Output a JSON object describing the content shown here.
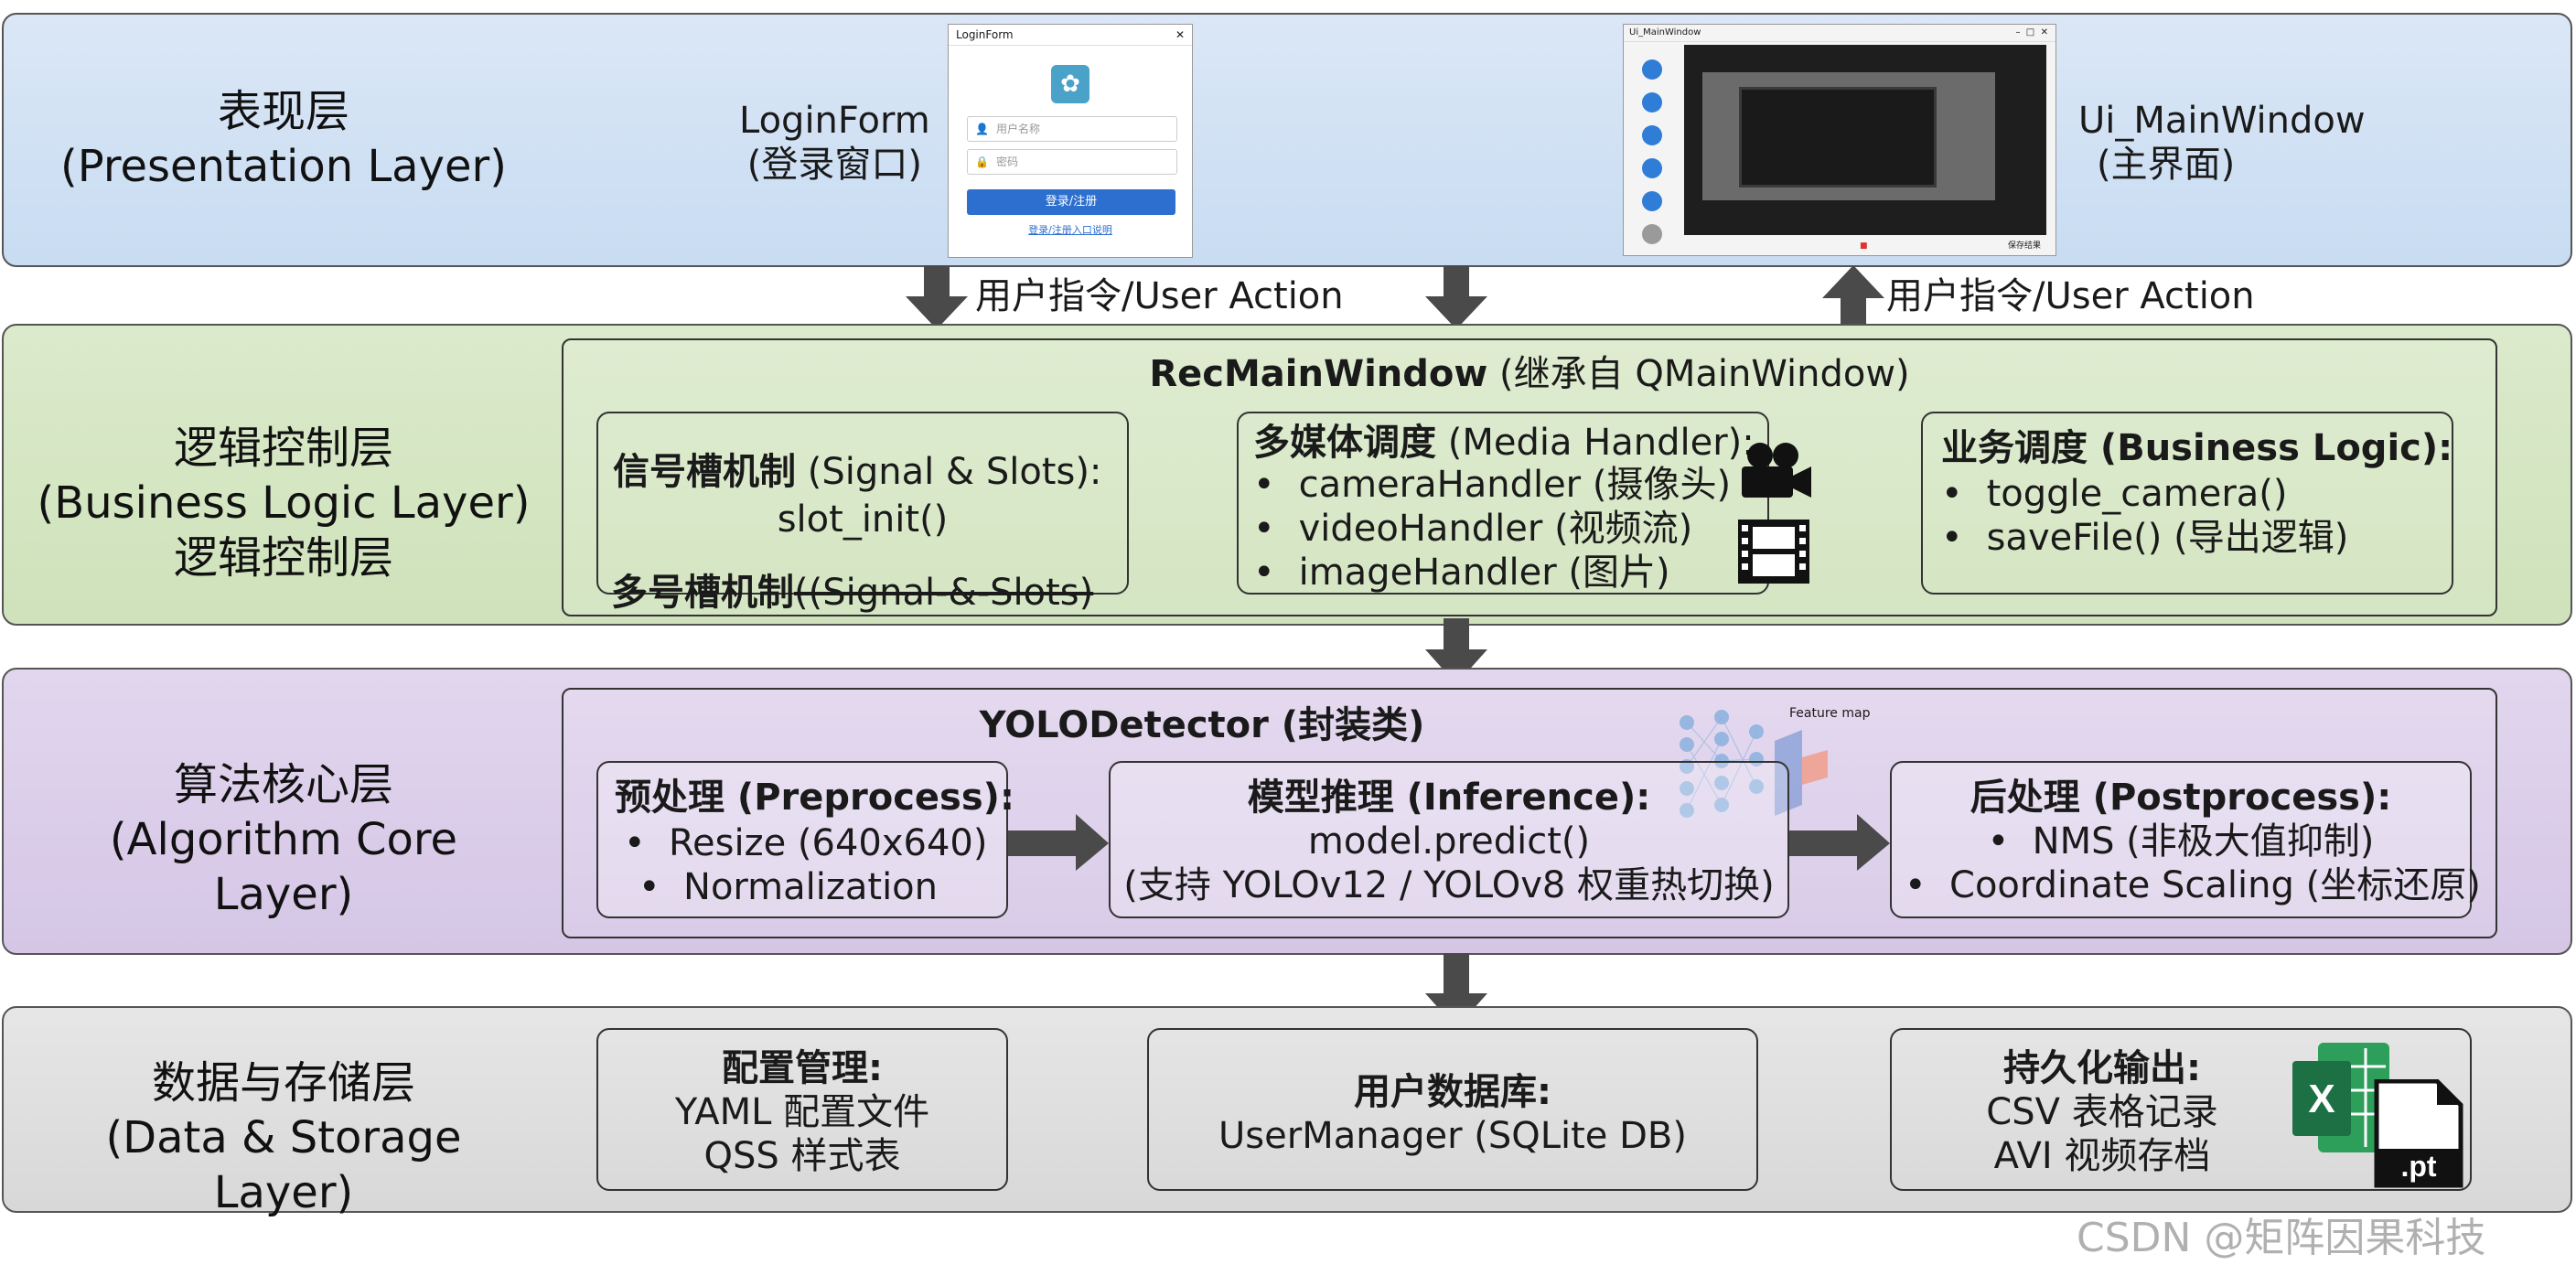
{
  "presentation": {
    "title_zh": "表现层",
    "title_en": "(Presentation Layer)",
    "login_label": "LoginForm",
    "login_label_zh": "(登录窗口)",
    "login_window": {
      "title": "LoginForm",
      "username_placeholder": "用户名称",
      "password_placeholder": "密码",
      "submit": "登录/注册",
      "link": "登录/注册入口说明"
    },
    "main_label": "Ui_MainWindow",
    "main_label_zh": "(主界面)",
    "main_window": {
      "title": "Ui_MainWindow",
      "status_text": "保存结果"
    }
  },
  "arrows": {
    "user_action_1": "用户指令/User Action",
    "user_action_2": "用户指令/User Action"
  },
  "logic": {
    "title_zh": "逻辑控制层",
    "title_en": "(Business Logic Layer)",
    "title_zh_2": "逻辑控制层",
    "container_title": "RecMainWindow",
    "container_subtitle": "(继承自 QMainWindow)",
    "signal": {
      "title": "信号槽机制",
      "title_en": "(Signal & Slots):",
      "item": "slot_init()",
      "overlap": "多号槽机制",
      "overlap_en": "((Signal-&-Slots)"
    },
    "media": {
      "title": "多媒体调度",
      "title_en": "(Media Handler):",
      "items": [
        "cameraHandler (摄像头)",
        "videoHandler (视频流)",
        "imageHandler (图片)"
      ]
    },
    "business": {
      "title": "业务调度 (Business Logic):",
      "items": [
        "toggle_camera()",
        "saveFile() (导出逻辑)"
      ]
    }
  },
  "algorithm": {
    "title_zh": "算法核心层",
    "title_en": "(Algorithm Core Layer)",
    "container_title": "YOLODetector (封装类)",
    "feature_map": "Feature map",
    "preprocess": {
      "title": "预处理 (Preprocess):",
      "items": [
        "Resize (640x640)",
        "Normalization"
      ]
    },
    "inference": {
      "title": "模型推理 (Inference):",
      "line1": "model.predict()",
      "line2": "(支持 YOLOv12 / YOLOv8 权重热切换)"
    },
    "postprocess": {
      "title": "后处理 (Postprocess):",
      "items": [
        "NMS (非极大值抑制)",
        "Coordinate Scaling (坐标还原)"
      ]
    }
  },
  "storage": {
    "title_zh": "数据与存储层",
    "title_en": "(Data & Storage Layer)",
    "config": {
      "title": "配置管理:",
      "line1": "YAML 配置文件",
      "line2": "QSS 样式表"
    },
    "userdb": {
      "title": "用户数据库:",
      "line1": "UserManager (SQLite DB)"
    },
    "persist": {
      "title": "持久化输出:",
      "line1": "CSV 表格记录",
      "line2": "AVI 视频存档"
    },
    "excel_letter": "X",
    "pt_label": ".pt"
  },
  "watermark": "CSDN @矩阵因果科技",
  "colors": {
    "presentation": "#cfe0f3",
    "logic": "#d9e8c8",
    "algorithm": "#ddd0ea",
    "storage": "#e0e0e0",
    "arrow": "#4a4a4a"
  }
}
